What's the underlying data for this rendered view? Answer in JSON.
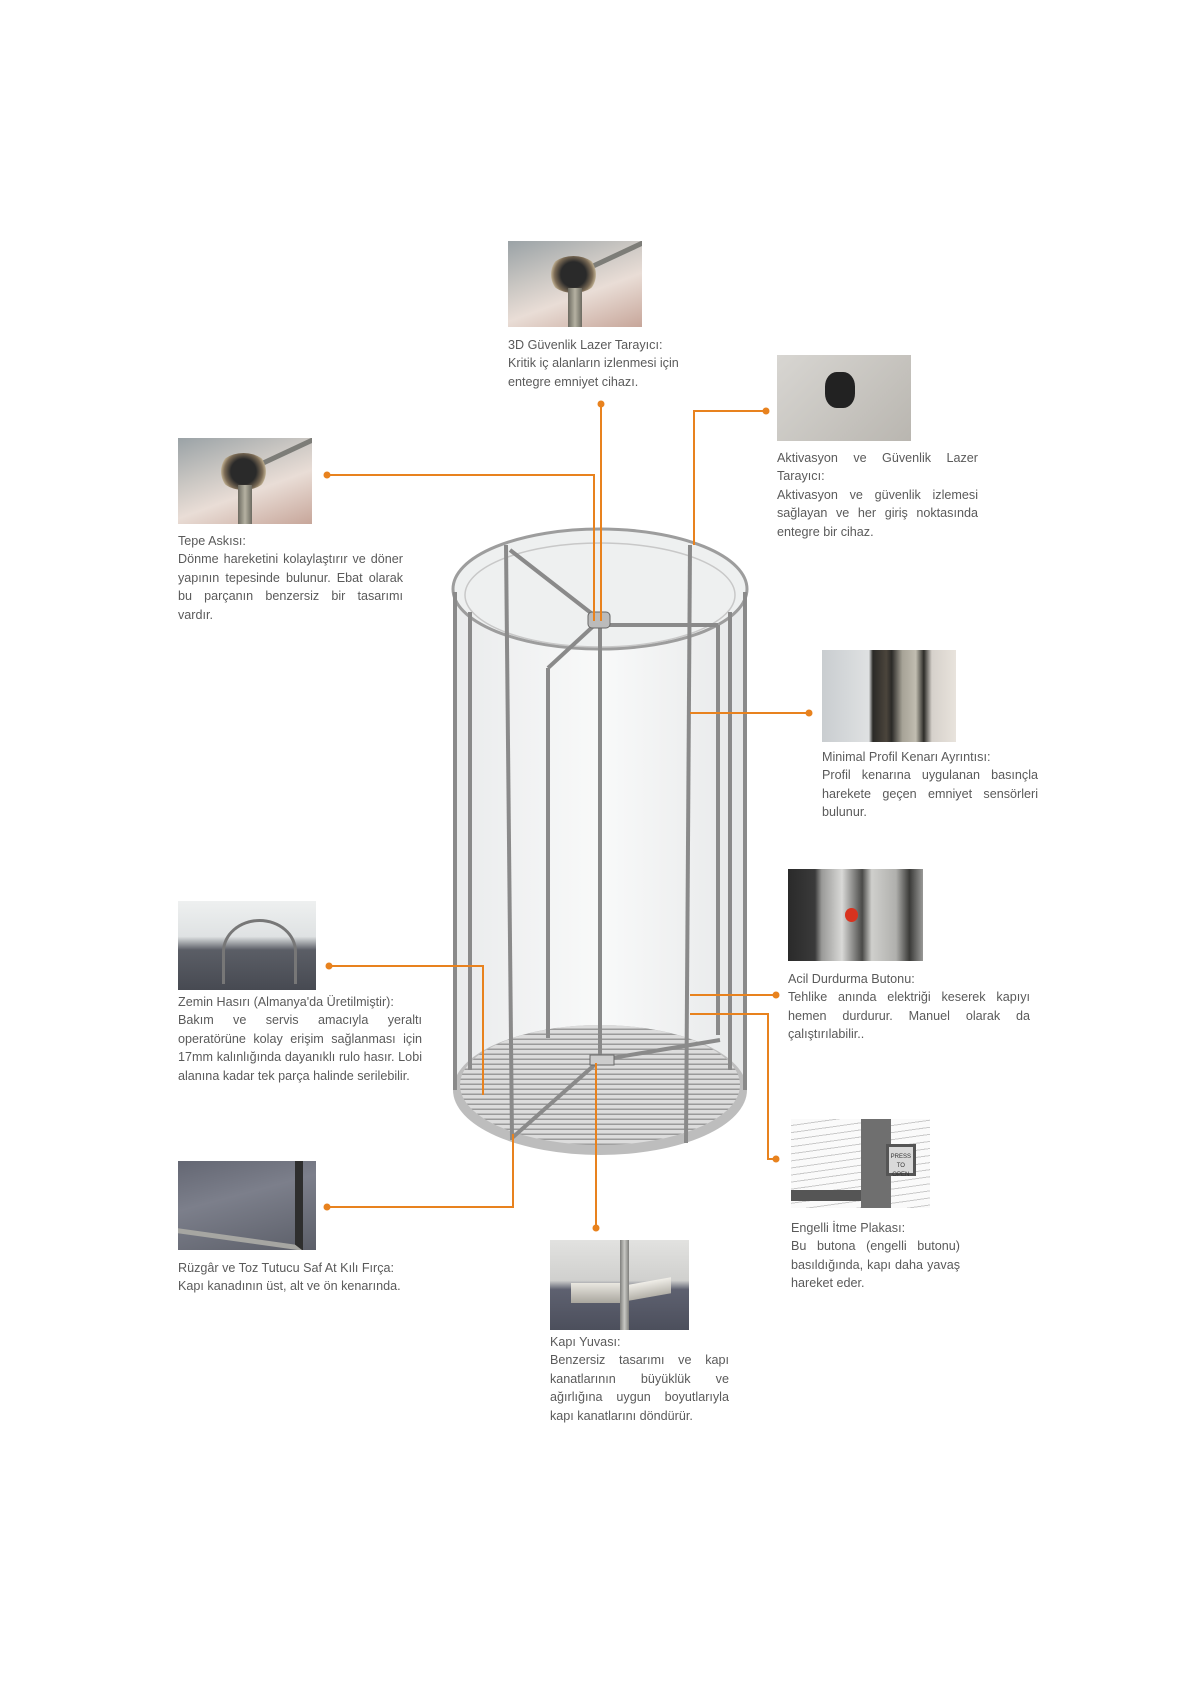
{
  "accent_color": "#e8821e",
  "callouts": {
    "laser3d": {
      "title": "3D Güvenlik Lazer Tarayıcı:",
      "text": "Kritik iç alanların izlenmesi için entegre emniyet cihazı."
    },
    "hanger": {
      "title": "Tepe Askısı:",
      "text": "Dönme hareketini kolaylaştırır ve döner yapının tepesinde bulunur. Ebat olarak bu parçanın benzersiz bir tasarımı vardır."
    },
    "activation": {
      "title": "Aktivasyon ve Güvenlik Lazer Tarayıcı:",
      "text": "Aktivasyon ve güvenlik izlemesi sağlayan ve her giriş noktasında entegre bir cihaz."
    },
    "profile": {
      "title": "Minimal Profil Kenarı Ayrıntısı:",
      "text": "Profil kenarına uygulanan basınçla harekete geçen emniyet sensörleri bulunur."
    },
    "emergency": {
      "title": "Acil Durdurma Butonu:",
      "text": "Tehlike anında elektriği keserek kapıyı hemen durdurur. Manuel olarak da çalıştırılabilir.."
    },
    "mat": {
      "title": "Zemin Hasırı (Almanya'da Üretilmiştir):",
      "text": "Bakım ve servis amacıyla yeraltı operatörüne kolay erişim sağlanması için 17mm kalınlığında dayanıklı rulo hasır. Lobi alanına kadar tek parça halinde serilebilir."
    },
    "brush": {
      "title": "Rüzgâr ve Toz Tutucu Saf At Kılı Fırça:",
      "text": "Kapı kanadının üst, alt ve ön kenarında."
    },
    "pivot": {
      "title": "Kapı Yuvası:",
      "text": "Benzersiz tasarımı ve kapı kanatlarının büyüklük ve ağırlığına uygun boyutlarıyla kapı kanatlarını döndürür."
    },
    "pushplate": {
      "title": "Engelli İtme Plakası:",
      "text": "Bu butona (engelli butonu) basıldığında, kapı daha yavaş hareket eder.",
      "plate_label": "PRESS TO OPEN"
    }
  }
}
